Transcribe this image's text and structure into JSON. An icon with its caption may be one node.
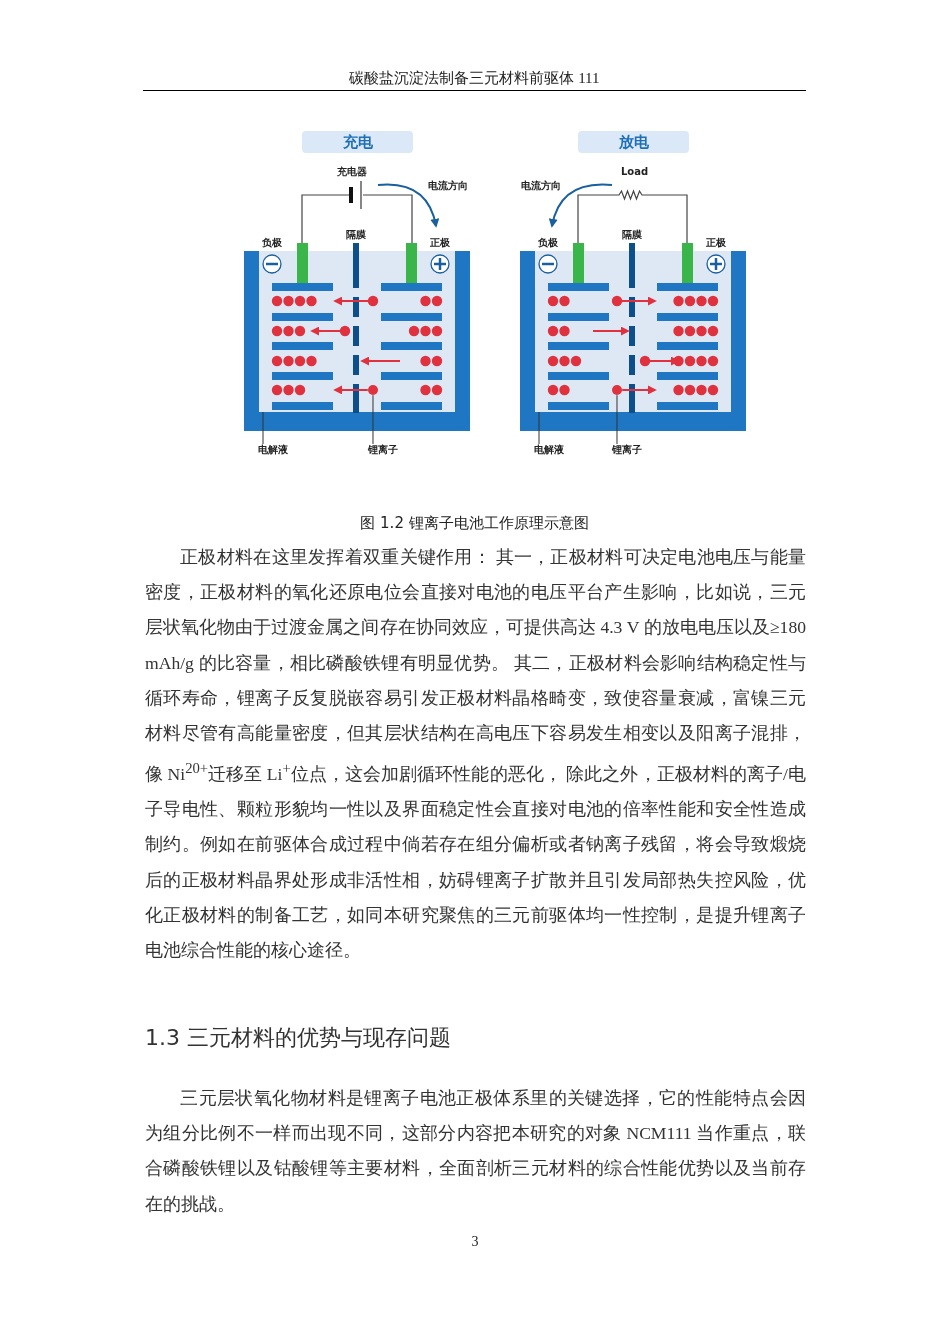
{
  "diagram": {
    "caption": "图 1.2 锂离子电池工作原理示意图",
    "nodes": [
      {
        "text": [
          "充电"
        ]
      },
      {
        "text": [],
        "shape": "box"
      },
      {
        "text": [
          "电解液"
        ]
      },
      {
        "text": [
          "锂离子"
        ]
      },
      {
        "text": [],
        "shape": "circle",
        "in": 1
      },
      {
        "text": [
          "放电"
        ]
      },
      {
        "text": [],
        "shape": "box"
      },
      {
        "text": [
          "电解液"
        ]
      },
      {
        "text": [
          "锂离子"
        ]
      },
      {
        "text": [],
        "shape": "circle",
        "in": 6
      }
    ],
    "edges": [
      {
        "from": 2,
        "to": 1,
        "arrow": "none"
      },
      {
        "from": 3,
        "to": 4,
        "arrow": "none"
      },
      {
        "from": 7,
        "to": 6,
        "arrow": "none"
      },
      {
        "from": 8,
        "to": 9,
        "arrow": "none"
      },
      {
        "from": 4,
        "to": null,
        "arrow": "to",
        "color": "#e0313f"
      },
      {
        "from": 9,
        "to": null,
        "arrow": "to",
        "color": "#e0313f"
      }
    ],
    "labels": [
      "碳酸盐沉淀法制备三元材料前驱体 111",
      "充电器",
      "电流方向",
      "负极",
      "隔膜",
      "正极",
      "Load",
      "电流方向",
      "负极",
      "隔膜",
      "正极",
      "正极材料在这里发挥着双重关键作用： 其一，正极材料可决定电池电压与能量密度，正极材料的氧化还原电位会直接对电池的电压平台产生影响，比如说，三元层状氧化物由于过渡金属之间存在协同效应，可提供高达 4.3 V 的放电电压以及≥180 mAh/g 的比容量，相比磷酸铁锂有明显优势。 其二，正极材料会影响结构稳定性与循环寿命，锂离子反复脱嵌容易引发正极材料晶格畸变，致使容量衰减，富镍三元材料尽管有高能量密度，但其层状结构在高电压下容易发生相变以及阳离子混排，像 Ni$^{20+}$迁移至 Li$^{+}$位点，这会加剧循环性能的恶化， 除此之外，正极材料的离子/电子导电性、颗粒形貌均一性以及界面稳定性会直接对电池的倍率性能和安全性造成制约。例如在前驱体合成过程中倘若存在组分偏析或者钠离子残留，将会导致煅烧后的正极材料晶界处形成非活性相，妨碍锂离子扩散并且引发局部热失控风险，优化正极材料的制备工艺，如同本研究聚焦的三元前驱体均一性控制，是提升锂离子电池综合性能的核心途径。",
      "1.3 三元材料的优势与现存问题",
      "三元层状氧化物材料是锂离子电池正极体系里的关键选择，它的性能特点会因为组分比例不一样而出现不同，这部分内容把本研究的对象 NCM111 当作重点，联合磷酸铁锂以及钴酸锂等主要材料，全面剖析三元材料的综合性能优势以及当前存在的挑战。",
      "3"
    ]
  }
}
